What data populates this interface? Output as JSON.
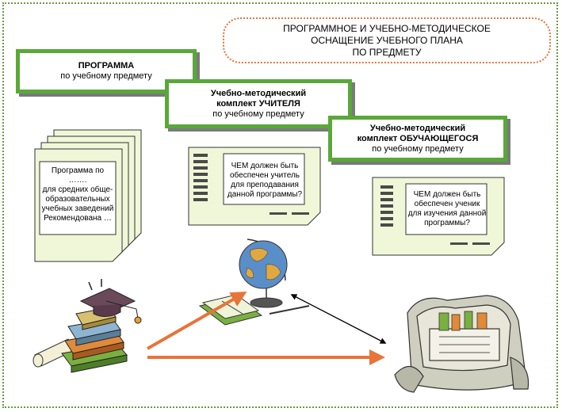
{
  "title": {
    "line1": "ПРОГРАММНОЕ  И УЧЕБНО-МЕТОДИЧЕСКОЕ",
    "line2": "ОСНАЩЕНИЕ УЧЕБНОГО ПЛАНА",
    "line3": "ПО ПРЕДМЕТУ"
  },
  "program_box": {
    "bold": "ПРОГРАММА",
    "sub": "по учебному предмету"
  },
  "teacher_box": {
    "bold1": "Учебно-методический",
    "bold2": "комплект УЧИТЕЛЯ",
    "sub": "по учебному предмету"
  },
  "student_box": {
    "bold1": "Учебно-методический",
    "bold2": "комплект ОБУЧАЮЩЕГОСЯ",
    "sub": "по учебному предмету"
  },
  "program_doc": {
    "line1": "Программа по",
    "line2": "…….",
    "line3": "для средних обще-",
    "line4": "образовательных",
    "line5": "учебных заведений",
    "line6": "Рекомендована …"
  },
  "teacher_doc": {
    "line1": "ЧЕМ должен быть",
    "line2": "обеспечен учитель",
    "line3": "для преподавания",
    "line4": "данной программы?"
  },
  "student_doc": {
    "line1": "ЧЕМ должен быть",
    "line2": "обеспечен ученик",
    "line3": "для изучения данной",
    "line4": "программы?"
  },
  "colors": {
    "green": "#5aa83a",
    "orange": "#e8743a",
    "doc_fill": "#f0f7d8"
  },
  "icons": [
    "books-graduation-icon",
    "globe-icon",
    "backpack-icon",
    "arrow-icon"
  ]
}
